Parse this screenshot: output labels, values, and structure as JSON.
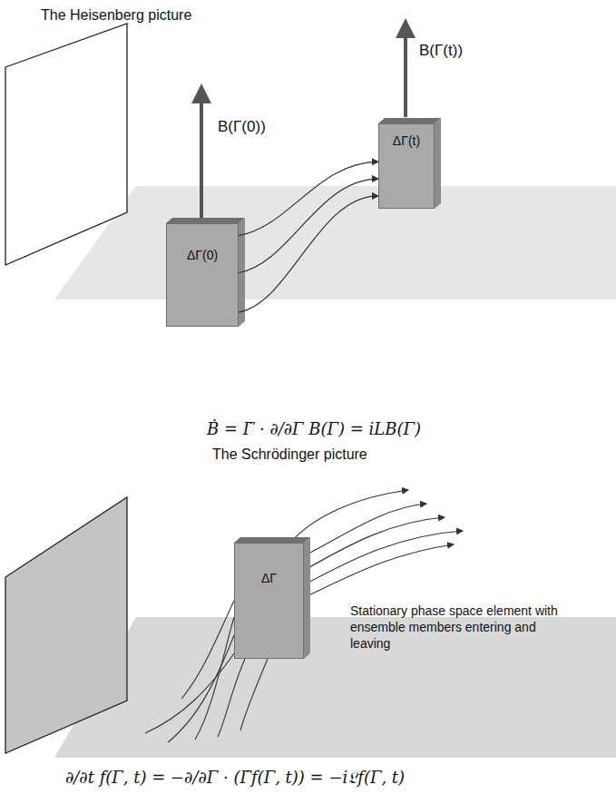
{
  "diagram": {
    "nodes": [
      {
        "text": [
          "ΔΓ(0)"
        ]
      },
      {
        "text": [
          "ΔΓ(t)"
        ]
      },
      {
        "text": [
          "ΔΓ"
        ]
      }
    ],
    "edges": [
      {
        "from": 0,
        "to": 1,
        "arrow": "to"
      },
      {
        "from": 0,
        "to": 1,
        "arrow": "to"
      },
      {
        "from": 0,
        "to": 1,
        "arrow": "to"
      }
    ],
    "labels": [
      "The Heisenberg picture",
      "B(Γ(0))",
      "B(Γ(t))",
      "Ḃ = Γ̇ · ∂/∂Γ B(Γ) = iLB(Γ)",
      "The Schrödinger picture",
      "Stationary phase space element with ensemble members entering and leaving",
      "∂/∂t f(Γ, t) = −∂/∂Γ · (Γ̇f(Γ, t)) = −i𝔏f(Γ, t)"
    ]
  }
}
